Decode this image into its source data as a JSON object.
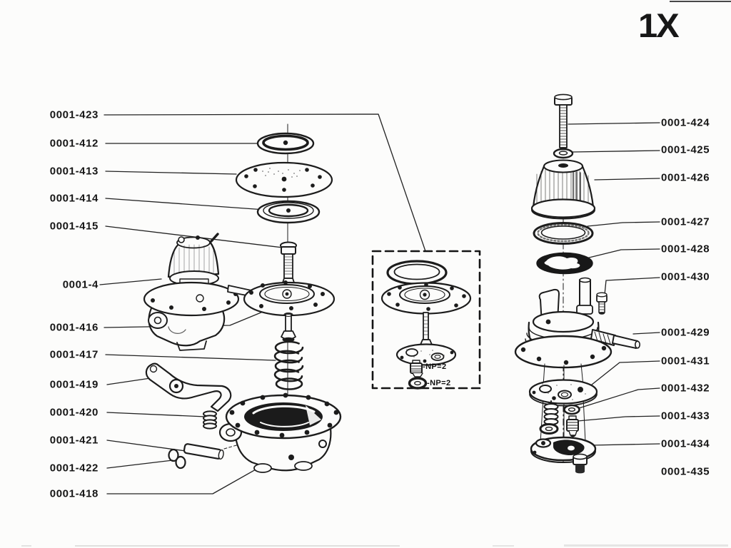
{
  "header": {
    "scale_label": "1X"
  },
  "labels": {
    "left": [
      {
        "part": "0001-423"
      },
      {
        "part": "0001-412"
      },
      {
        "part": "0001-413"
      },
      {
        "part": "0001-414"
      },
      {
        "part": "0001-415"
      },
      {
        "part": "0001-4"
      },
      {
        "part": "0001-416"
      },
      {
        "part": "0001-417"
      },
      {
        "part": "0001-419"
      },
      {
        "part": "0001-420"
      },
      {
        "part": "0001-421"
      },
      {
        "part": "0001-422"
      },
      {
        "part": "0001-418"
      }
    ],
    "right": [
      {
        "part": "0001-424"
      },
      {
        "part": "0001-425"
      },
      {
        "part": "0001-426"
      },
      {
        "part": "0001-427"
      },
      {
        "part": "0001-428"
      },
      {
        "part": "0001-430"
      },
      {
        "part": "0001-429"
      },
      {
        "part": "0001-431"
      },
      {
        "part": "0001-432"
      },
      {
        "part": "0001-433"
      },
      {
        "part": "0001-434"
      },
      {
        "part": "0001-435"
      }
    ]
  },
  "repair_kit": {
    "np_label_1": "-NP=2",
    "np_label_2": "-NP=2"
  }
}
